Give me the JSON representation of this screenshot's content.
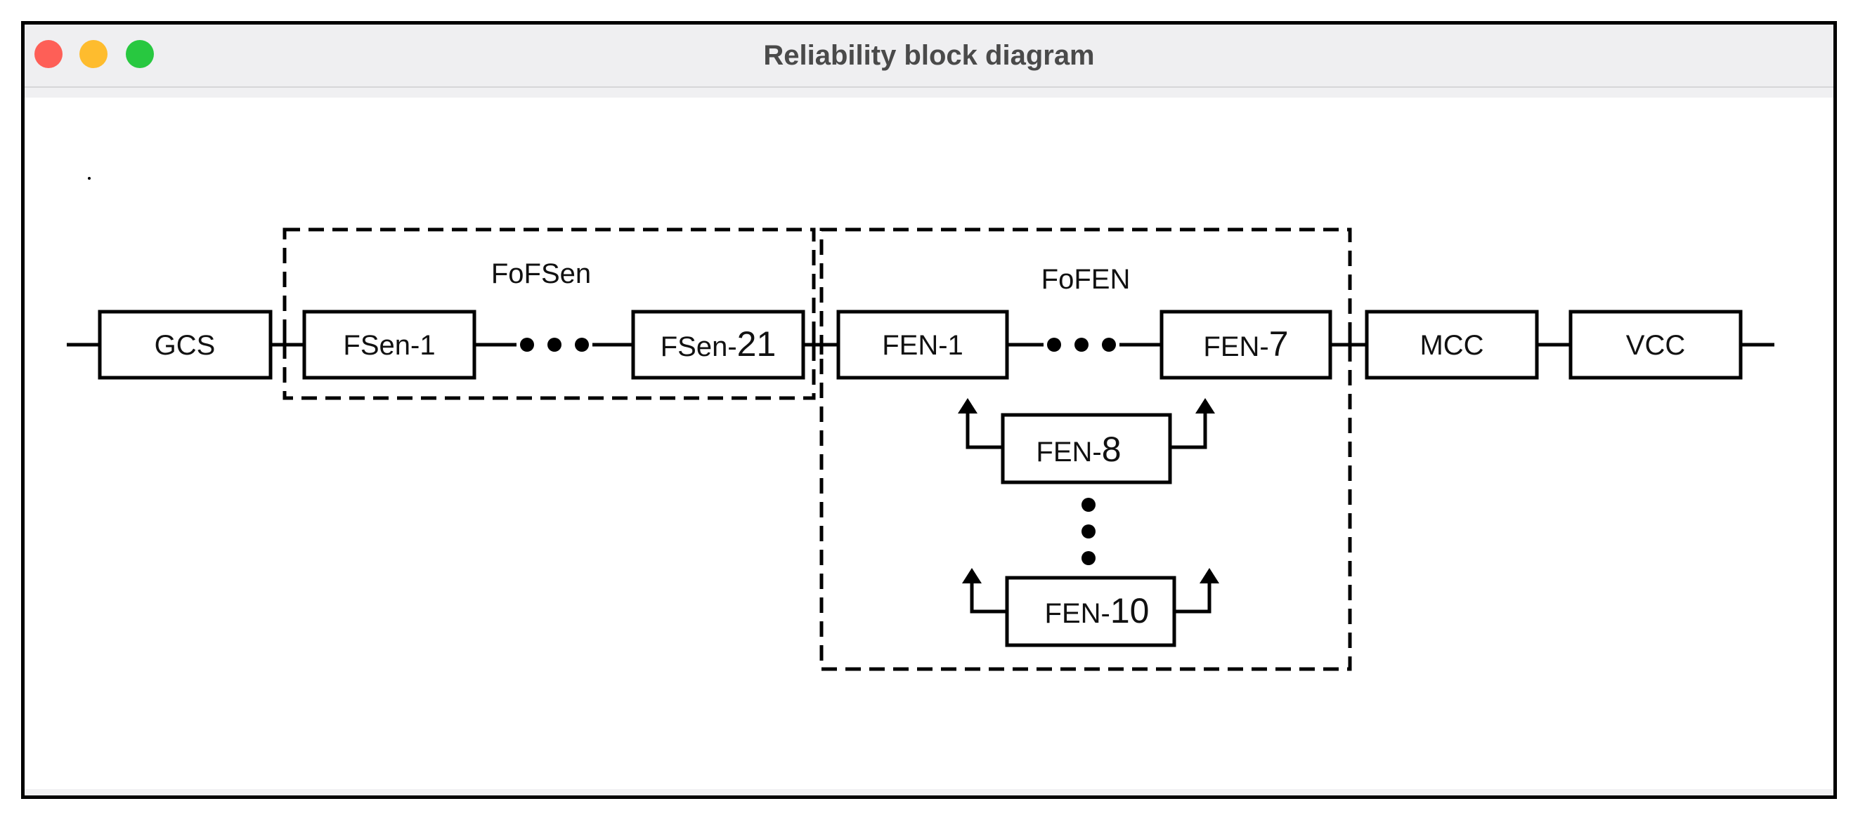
{
  "window": {
    "title": "Reliability block diagram",
    "controls": [
      "close",
      "minimize",
      "zoom"
    ]
  },
  "diagram": {
    "groups": {
      "fofsen": "FoFSen",
      "fofen": "FoFEN"
    },
    "blocks": {
      "gcs": "GCS",
      "fsen1": "FSen-1",
      "fsen21_prefix": "FSen-",
      "fsen21_num": "21",
      "fen1": "FEN-1",
      "fen7_prefix": "FEN-",
      "fen7_num": "7",
      "mcc": "MCC",
      "vcc": "VCC",
      "fen8_prefix": "FEN-",
      "fen8_num": "8",
      "fen10_prefix": "FEN-",
      "fen10_num": "10"
    },
    "colors": {
      "stroke": "#000000",
      "background": "#ffffff"
    }
  }
}
